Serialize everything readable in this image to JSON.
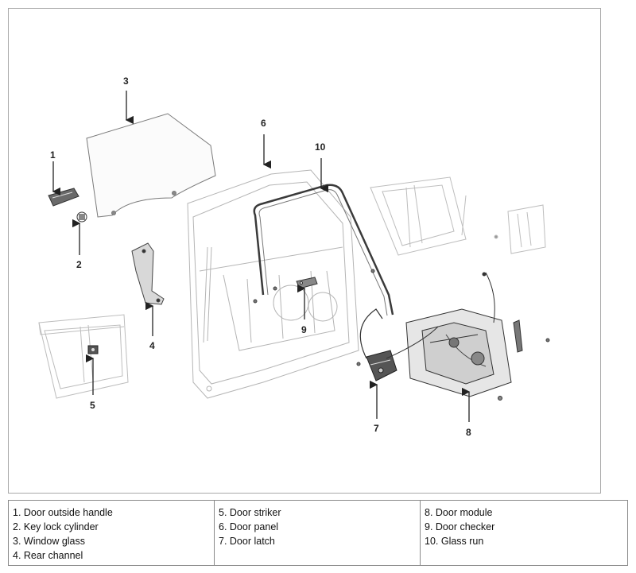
{
  "callouts": [
    {
      "number": "1"
    },
    {
      "number": "2"
    },
    {
      "number": "3"
    },
    {
      "number": "4"
    },
    {
      "number": "5"
    },
    {
      "number": "6"
    },
    {
      "number": "7"
    },
    {
      "number": "8"
    },
    {
      "number": "9"
    },
    {
      "number": "10"
    }
  ],
  "legend": {
    "columns": [
      [
        "1. Door outside handle",
        "2. Key lock cylinder",
        "3. Window glass",
        "4. Rear channel"
      ],
      [
        "5. Door striker",
        "6. Door panel",
        "7. Door latch"
      ],
      [
        "8. Door module",
        "9. Door checker",
        "10. Glass run"
      ]
    ]
  },
  "colors": {
    "line_art": "#b0b0b0",
    "dark_parts": "#3a3a3a",
    "border": "#8a8a8a"
  }
}
